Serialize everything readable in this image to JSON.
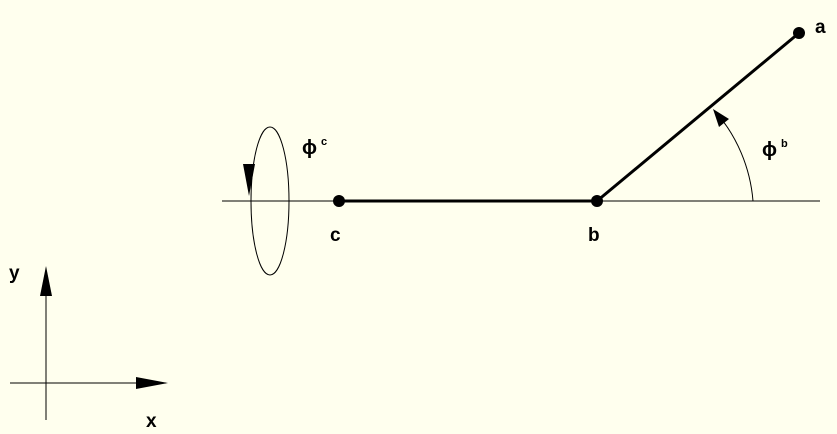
{
  "diagram": {
    "points": {
      "a": "a",
      "b": "b",
      "c": "c"
    },
    "angles": {
      "phi_b": {
        "symbol": "ϕ",
        "superscript": "b"
      },
      "phi_c": {
        "symbol": "ϕ",
        "superscript": "c"
      }
    },
    "axes": {
      "x": "x",
      "y": "y"
    }
  }
}
